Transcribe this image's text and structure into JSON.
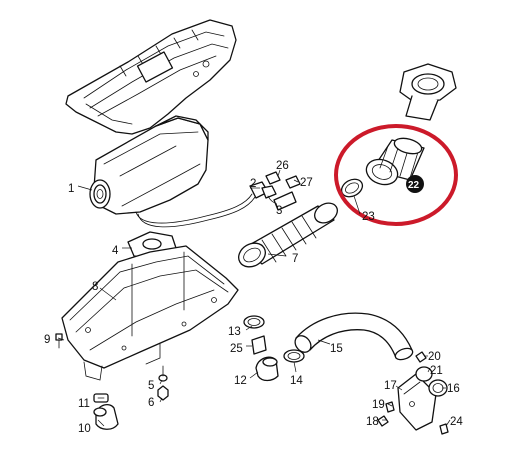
{
  "callouts": {
    "c1": "1",
    "c2": "2",
    "c3": "3",
    "c4": "4",
    "c5": "5",
    "c6": "6",
    "c7": "7",
    "c8": "8",
    "c9": "9",
    "c10": "10",
    "c11": "11",
    "c12": "12",
    "c13": "13",
    "c14": "14",
    "c15": "15",
    "c16": "16",
    "c17": "17",
    "c18": "18",
    "c19": "19",
    "c20": "20",
    "c21": "21",
    "c22": "22",
    "c23": "23",
    "c24": "24",
    "c25": "25",
    "c26": "26",
    "c27": "27"
  },
  "colors": {
    "line": "#111111",
    "highlight": "#cc1a2a",
    "background": "#ffffff"
  }
}
